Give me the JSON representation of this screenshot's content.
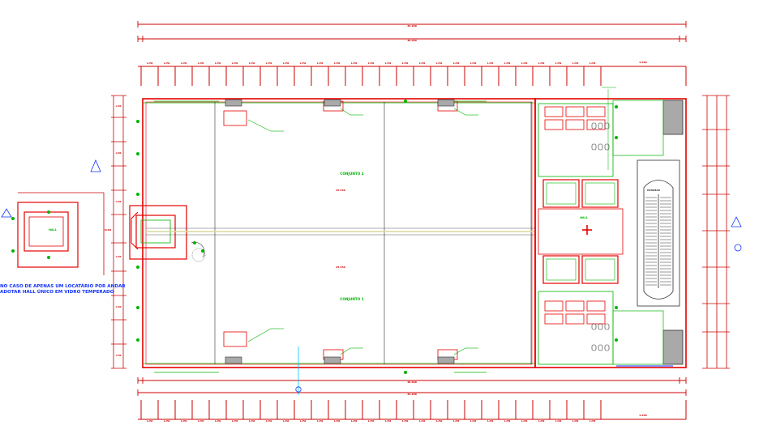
{
  "drawing": {
    "colors": {
      "walls": "#e60000",
      "annotations": "#00b400",
      "dimensions": "#cc0000",
      "structure": "#303030",
      "notes": "#1030ff",
      "fill": "#a9a9a9",
      "axis": "#00c8ff"
    },
    "rooms": {
      "conjunto_2": "CONJUNTO 2",
      "conjunto_1": "CONJUNTO 1",
      "hall": "HALL",
      "stair": "PATAMAR"
    },
    "dimensions": {
      "overall_top": "39.200",
      "overall_inner_top": "38.600",
      "overall_bottom": "39.200",
      "overall_inner_bottom": "38.600",
      "bay": "1.250",
      "bay_end": "4.650",
      "interior_width": "25.550",
      "height_left": "18.650"
    },
    "note": {
      "line1": "NO CASO DE APENAS UM LOCATÁRIO POR ANDAR",
      "line2": "ADOTAR HALL ÚNICO EM VIDRO TEMPERADO"
    }
  }
}
